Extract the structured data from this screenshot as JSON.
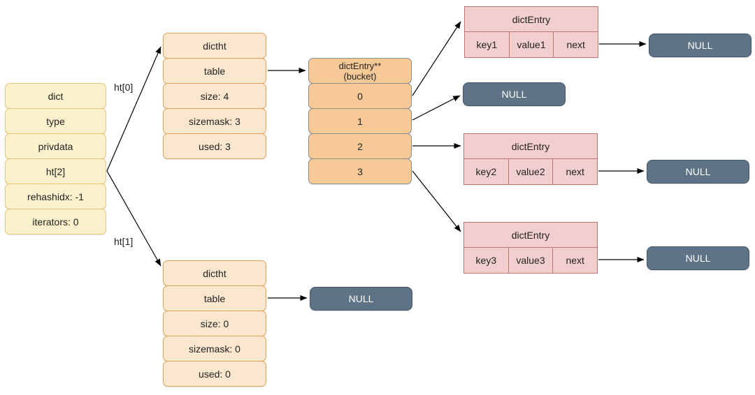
{
  "labels": {
    "ht0": "ht[0]",
    "ht1": "ht[1]"
  },
  "dict_stack": {
    "rows": [
      "dict",
      "type",
      "privdata",
      "ht[2]",
      "rehashidx: -1",
      "iterators: 0"
    ]
  },
  "ht0_table": {
    "rows": [
      "dictht",
      "table",
      "size: 4",
      "sizemask: 3",
      "used: 3"
    ]
  },
  "bucket_array": {
    "header_line1": "dictEntry**",
    "header_line2": "(bucket)",
    "slots": [
      "0",
      "1",
      "2",
      "3"
    ]
  },
  "ht1_table": {
    "rows": [
      "dictht",
      "table",
      "size: 0",
      "sizemask: 0",
      "used: 0"
    ]
  },
  "entries": [
    {
      "title": "dictEntry",
      "key": "key1",
      "value": "value1",
      "next": "next"
    },
    {
      "title": "dictEntry",
      "key": "key2",
      "value": "value2",
      "next": "next"
    },
    {
      "title": "dictEntry",
      "key": "key3",
      "value": "value3",
      "next": "next"
    }
  ],
  "null_label": "NULL",
  "colors": {
    "yellow_fill": "#FCF1CD",
    "yellow_stroke": "#E3C878",
    "peach_fill": "#FBE7CE",
    "peach_stroke": "#DFA35C",
    "orange_fill": "#F7C996",
    "orange_stroke": "#8C8C8C",
    "pink_fill": "#F2CFCE",
    "pink_stroke": "#BE7572",
    "slate_fill": "#5F7386",
    "slate_stroke": "#46566A",
    "arrow": "#000000"
  }
}
